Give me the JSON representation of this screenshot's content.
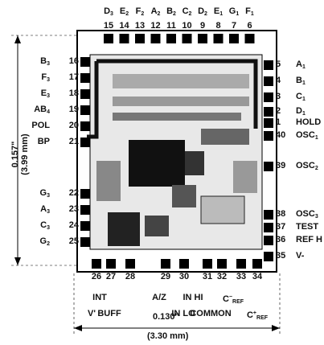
{
  "top_pins": [
    {
      "num": "15",
      "name": "D",
      "sub": "3"
    },
    {
      "num": "14",
      "name": "E",
      "sub": "2"
    },
    {
      "num": "13",
      "name": "F",
      "sub": "2"
    },
    {
      "num": "12",
      "name": "A",
      "sub": "2"
    },
    {
      "num": "11",
      "name": "B",
      "sub": "2"
    },
    {
      "num": "10",
      "name": "C",
      "sub": "2"
    },
    {
      "num": "9",
      "name": "D",
      "sub": "2"
    },
    {
      "num": "8",
      "name": "E",
      "sub": "1"
    },
    {
      "num": "7",
      "name": "G",
      "sub": "1"
    },
    {
      "num": "6",
      "name": "F",
      "sub": "1"
    }
  ],
  "left_pins": [
    {
      "num": "16",
      "name": "B",
      "sub": "3"
    },
    {
      "num": "17",
      "name": "F",
      "sub": "3"
    },
    {
      "num": "18",
      "name": "E",
      "sub": "3"
    },
    {
      "num": "19",
      "name": "AB",
      "sub": "4"
    },
    {
      "num": "20",
      "name": "POL",
      "sub": ""
    },
    {
      "num": "21",
      "name": "BP",
      "sub": ""
    },
    {
      "num": "22",
      "name": "G",
      "sub": "3"
    },
    {
      "num": "23",
      "name": "A",
      "sub": "3"
    },
    {
      "num": "24",
      "name": "C",
      "sub": "3"
    },
    {
      "num": "25",
      "name": "G",
      "sub": "2"
    }
  ],
  "right_pins": [
    {
      "num": "5",
      "name": "A",
      "sub": "1"
    },
    {
      "num": "4",
      "name": "B",
      "sub": "1"
    },
    {
      "num": "3",
      "name": "C",
      "sub": "1"
    },
    {
      "num": "2",
      "name": "D",
      "sub": "1"
    },
    {
      "num": "1",
      "name": "HOLD",
      "sub": ""
    },
    {
      "num": "40",
      "name": "OSC",
      "sub": "1"
    },
    {
      "num": "39",
      "name": "OSC",
      "sub": "2"
    },
    {
      "num": "38",
      "name": "OSC",
      "sub": "3"
    },
    {
      "num": "37",
      "name": "TEST",
      "sub": ""
    },
    {
      "num": "36",
      "name": "REF H",
      "sub": ""
    },
    {
      "num": "35",
      "name": "V-",
      "sub": ""
    }
  ],
  "bottom_pins": [
    {
      "num": "26",
      "name": "V'",
      "sub": "",
      "sup": ""
    },
    {
      "num": "27",
      "name": "INT",
      "sub": "",
      "sup": ""
    },
    {
      "num": "28",
      "name": "BUFF",
      "sub": "",
      "sup": ""
    },
    {
      "num": "29",
      "name": "A/Z",
      "sub": "",
      "sup": ""
    },
    {
      "num": "30",
      "name": "IN LO",
      "sub": "",
      "sup": ""
    },
    {
      "num": "31",
      "name": "IN HI",
      "sub": "",
      "sup": ""
    },
    {
      "num": "32",
      "name": "COMMON",
      "sub": "",
      "sup": ""
    },
    {
      "num": "33",
      "name": "C",
      "sub": "REF",
      "sup": "−"
    },
    {
      "num": "34",
      "name": "C",
      "sub": "REF",
      "sup": "+"
    }
  ],
  "dimensions": {
    "height_in": "0.157\"",
    "height_mm": "(3.99 mm)",
    "width_in": "0.130\"",
    "width_mm": "(3.30 mm)"
  }
}
